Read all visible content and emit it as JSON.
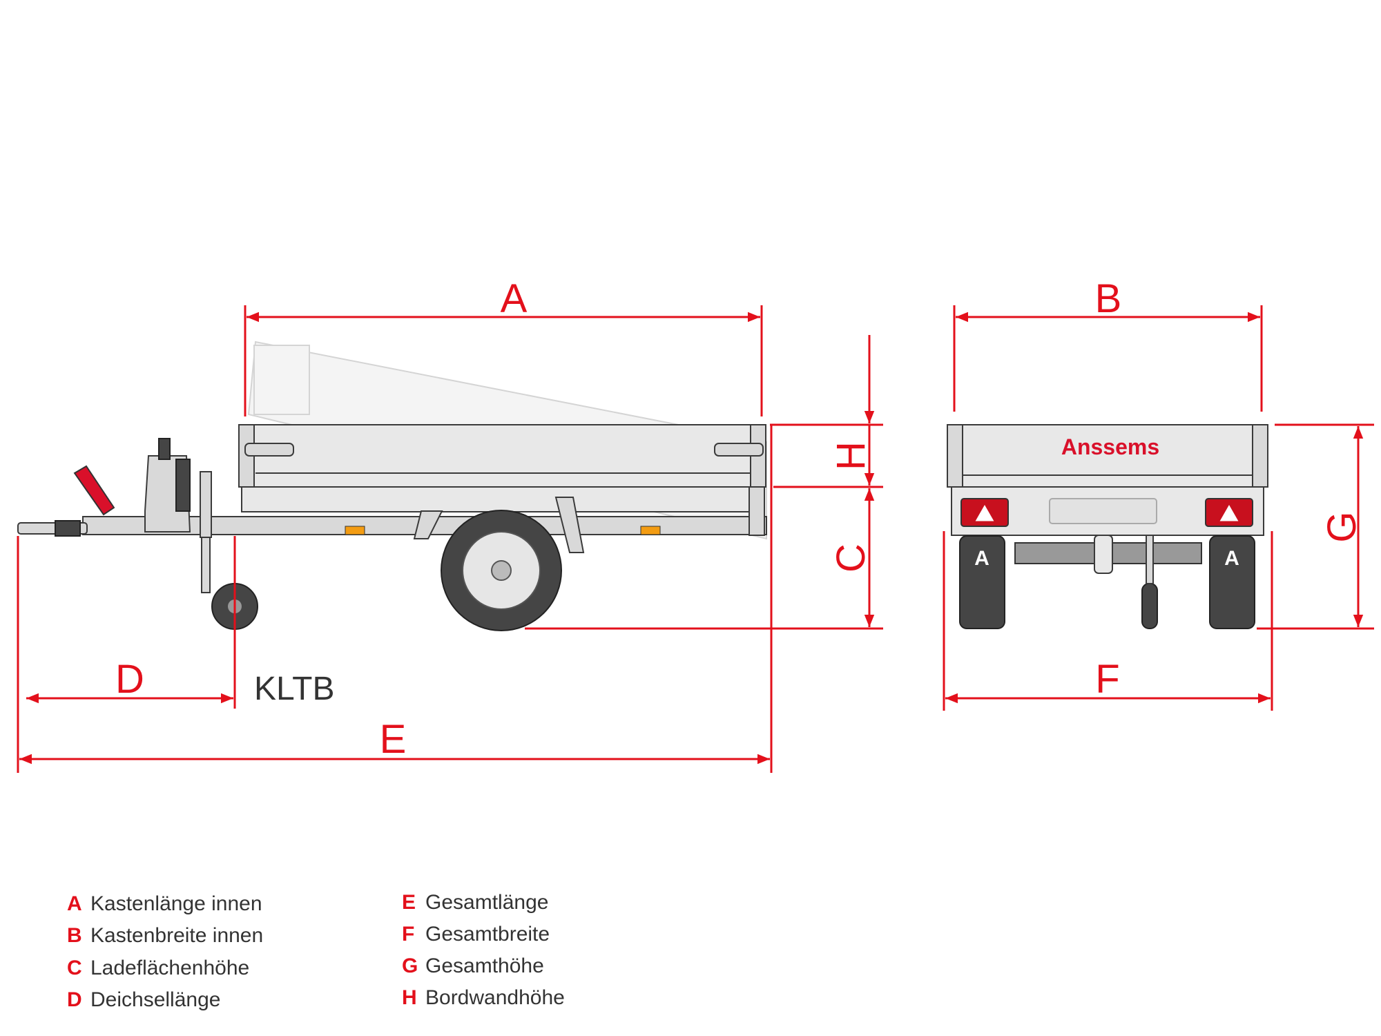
{
  "model": "KLTB",
  "brand": "Anssems",
  "dimension_labels": {
    "A": "A",
    "B": "B",
    "C": "C",
    "D": "D",
    "E": "E",
    "F": "F",
    "G": "G",
    "H": "H"
  },
  "legend": [
    {
      "key": "A",
      "text": "Kastenlänge innen"
    },
    {
      "key": "B",
      "text": "Kastenbreite innen"
    },
    {
      "key": "C",
      "text": "Ladeflächenhöhe"
    },
    {
      "key": "D",
      "text": "Deichsellänge"
    },
    {
      "key": "E",
      "text": "Gesamtlänge"
    },
    {
      "key": "F",
      "text": "Gesamtbreite"
    },
    {
      "key": "G",
      "text": "Gesamthöhe"
    },
    {
      "key": "H",
      "text": "Bordwandhöhe"
    }
  ],
  "colors": {
    "accent": "#e3101b",
    "text": "#333333"
  }
}
